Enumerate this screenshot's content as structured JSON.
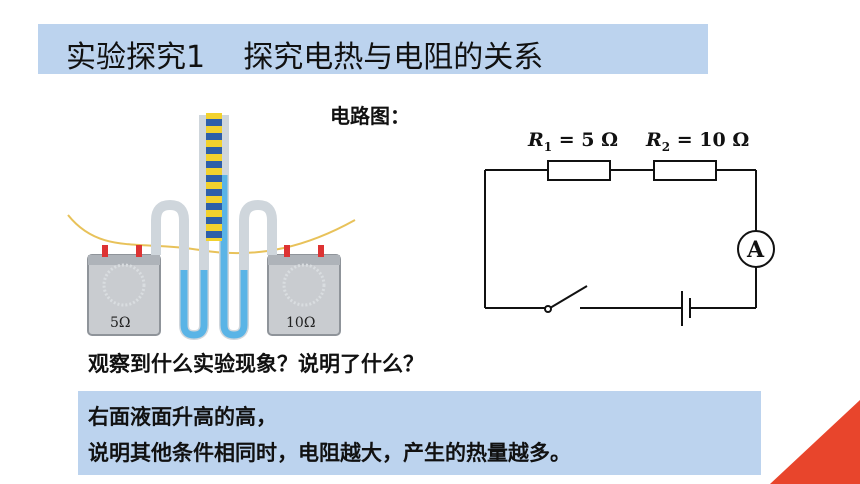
{
  "title": "实验探究1    探究电热与电阻的关系",
  "circuit_label": "电路图：",
  "circuit": {
    "r1_symbol": "R",
    "r1_sub": "1",
    "r1_value": " = 5 Ω",
    "r2_symbol": "R",
    "r2_sub": "2",
    "r2_value": " = 10 Ω",
    "ammeter": "A"
  },
  "apparatus": {
    "left_label": "5Ω",
    "right_label": "10Ω"
  },
  "question": "观察到什么实验现象？说明了什么？",
  "answer": {
    "line1": "右面液面升高的高，",
    "line2": "说明其他条件相同时，电阻越大，产生的热量越多。"
  },
  "colors": {
    "title_bg": "#bcd3ee",
    "answer_bg": "#bcd3ee",
    "accent": "#e8452c"
  }
}
